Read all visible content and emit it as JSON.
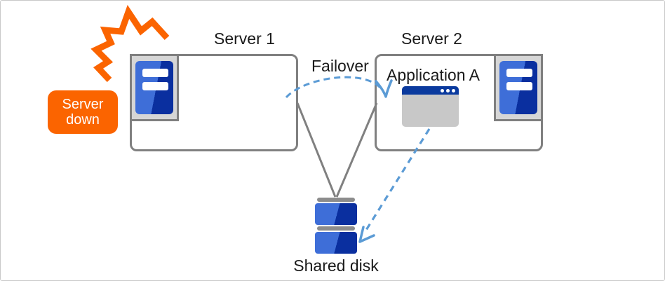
{
  "diagram": {
    "server1": {
      "label": "Server 1"
    },
    "server2": {
      "label": "Server 2"
    },
    "application": {
      "label": "Application A"
    },
    "shared_disk": {
      "label": "Shared disk"
    },
    "failover": {
      "label": "Failover"
    },
    "server_down_badge": {
      "line1": "Server",
      "line2": "down"
    }
  },
  "icons": {
    "explosion": "explosion-burst-icon",
    "server_tower": "server-tower-icon",
    "application_window": "application-window-icon",
    "shared_disk": "shared-disk-icon",
    "failover_arrowhead": "failover-arrowhead-icon",
    "disk_arrowhead": "disk-arrowhead-icon"
  },
  "colors": {
    "accent_orange": "#FB6400",
    "server_blue_light": "#3E6ED8",
    "server_blue_dark": "#0A2F9F",
    "titlebar_blue": "#0A3A9E",
    "connector_gray": "#808080",
    "dashed_arrow_blue": "#5B9BD5",
    "frame_gray": "#D6D6D6",
    "window_body_gray": "#C8C8C8",
    "disk_bar_gray": "#8C8C8C"
  }
}
